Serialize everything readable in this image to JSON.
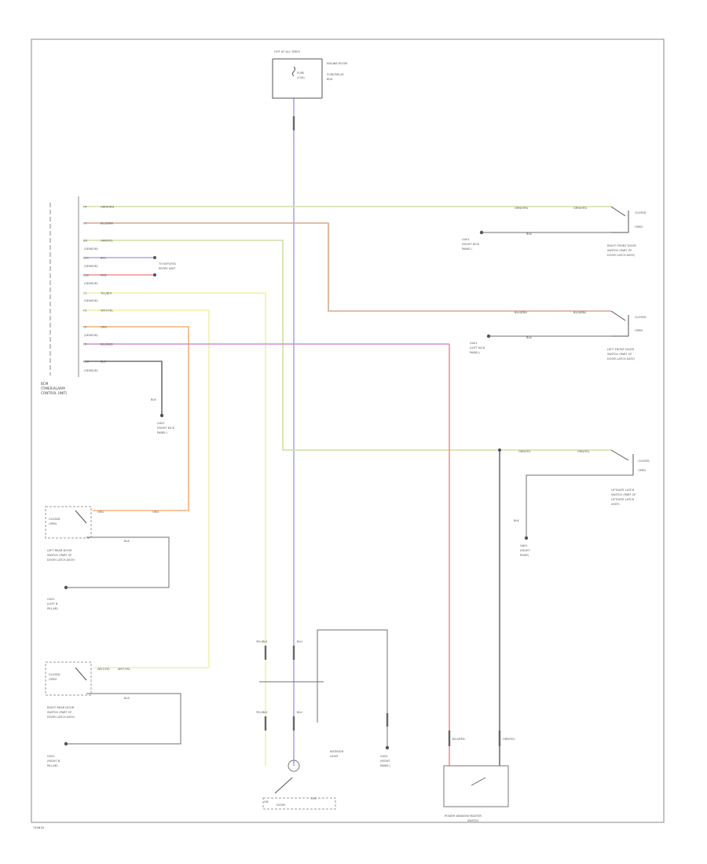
{
  "wire_colors": {
    "green": "#cfdfa4",
    "brown": "#d6a98f",
    "blue": "#a9a9ee",
    "red": "#f09292",
    "yellow": "#f2f0a9",
    "orange": "#f3b27a",
    "violet": "#d08fd0",
    "black": "#707070"
  },
  "fuse_box": {
    "header": "HOT AT ALL TIMES",
    "lines": [
      "ENGINE ROOM",
      "FUSE",
      "(15A)",
      "FUSE/RELAY",
      "BOX"
    ]
  },
  "module": {
    "lines": [
      "BCM",
      "(TIMER/ALARM",
      "CONTROL UNIT)"
    ],
    "pins": [
      {
        "num": "P4",
        "color": "GRN/ORG"
      },
      {
        "num": "P1",
        "color": "BLU/BRN"
      },
      {
        "num": "B9",
        "color": "GRN/YEL"
      },
      {
        "num": "B11",
        "color": "BLU"
      },
      {
        "num": "B12",
        "color": "RED"
      },
      {
        "num": "C1",
        "color": "YEL/BLK"
      },
      {
        "num": "P3",
        "color": "WHT/YEL"
      },
      {
        "num": "P2",
        "color": "ORG"
      },
      {
        "num": "P5",
        "color": "BLU/RED"
      },
      {
        "num": "B16",
        "color": "BLK"
      }
    ],
    "pin_notes": [
      "(SENSOR)",
      "(SENSOR)",
      "(SENSOR)",
      "(SENSOR)",
      "(SENSOR)",
      "(SENSOR)"
    ],
    "b11_note": [
      "TO KEYLESS",
      "ENTRY UNIT"
    ],
    "ground_label": "BLK",
    "ground_lines": [
      "G401",
      "(RIGHT KICK",
      "PANEL)"
    ]
  },
  "switches": {
    "right_front": {
      "lines": [
        "RIGHT FRONT DOOR",
        "SWITCH (PART OF",
        "DOOR LATCH ASSY)"
      ],
      "closed": "CLOSED",
      "open": "OPEN",
      "wire1": "GRN/ORG",
      "wire2": "GRN/ORG",
      "gnd_wire": "BLK",
      "gnd_lines": [
        "G401",
        "(RIGHT KICK",
        "PANEL)"
      ]
    },
    "left_front": {
      "lines": [
        "LEFT FRONT DOOR",
        "SWITCH (PART OF",
        "DOOR LATCH ASSY)"
      ],
      "closed": "CLOSED",
      "open": "OPEN",
      "wire1": "BLU/BRN",
      "wire2": "BLU/BRN",
      "gnd_wire": "BLK",
      "gnd_lines": [
        "G401",
        "(LEFT KICK",
        "PANEL)"
      ]
    },
    "liftgate": {
      "lines": [
        "LIFTGATE LATCH",
        "SWITCH (PART OF",
        "LIFTGATE LATCH",
        "ASSY)"
      ],
      "closed": "CLOSED",
      "open": "OPEN",
      "wire1": "GRN/YEL",
      "wire2": "GRN/YEL",
      "gnd_wire": "BLK",
      "gnd_lines": [
        "G601",
        "(RIGHT",
        "REAR)"
      ]
    },
    "left_rear": {
      "lines": [
        "LEFT REAR DOOR",
        "SWITCH (PART OF",
        "DOOR LATCH ASSY)"
      ],
      "closed": "CLOSED",
      "open": "OPEN",
      "wire1": "ORG",
      "wire2": "ORG",
      "gnd_wire": "BLK",
      "gnd_lines": [
        "G501",
        "(LEFT B",
        "PILLAR)"
      ]
    },
    "right_rear": {
      "lines": [
        "RIGHT REAR DOOR",
        "SWITCH (PART OF",
        "DOOR LATCH ASSY)"
      ],
      "closed": "CLOSED",
      "open": "OPEN",
      "wire1": "WHT/YEL",
      "wire2": "WHT/YEL",
      "gnd_wire": "BLK",
      "gnd_lines": [
        "G551",
        "(RIGHT B",
        "PILLAR)"
      ]
    }
  },
  "interior_light": {
    "wires": [
      "YEL/BLK",
      "BLU",
      "YEL/BLK",
      "BLU"
    ],
    "label": [
      "INTERIOR",
      "LIGHT"
    ],
    "on": "ON",
    "door": "DOOR",
    "off": "OFF",
    "gnd_lines": [
      "G401",
      "(RIGHT",
      "PANEL)"
    ]
  },
  "power_window": {
    "lines": [
      "POWER WINDOW MASTER",
      "SWITCH"
    ],
    "wire1": "BLU/RED",
    "wire2": "GRN/YEL"
  },
  "footer_code": "T49B18"
}
